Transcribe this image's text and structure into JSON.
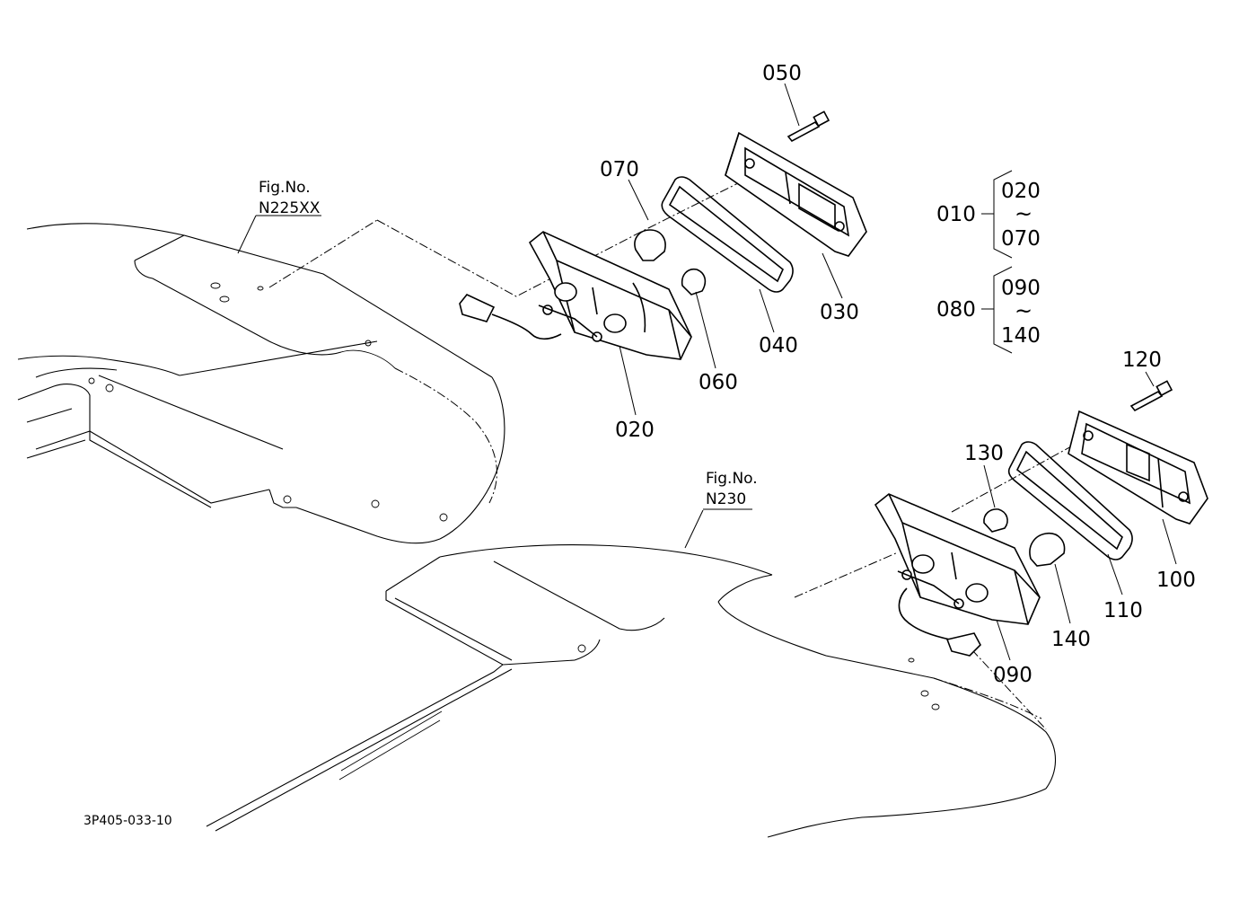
{
  "figure_refs": [
    {
      "prefix": "Fig.No.",
      "number": "N225XX"
    },
    {
      "prefix": "Fig.No.",
      "number": "N230"
    }
  ],
  "part_labels": {
    "p010": "010",
    "p020": "020",
    "p030": "030",
    "p040": "040",
    "p050": "050",
    "p060": "060",
    "p070": "070",
    "p080": "080",
    "p090": "090",
    "p100": "100",
    "p110": "110",
    "p120": "120",
    "p130": "130",
    "p140": "140"
  },
  "assembly_groups": [
    {
      "parent": "010",
      "range_from": "020",
      "range_to": "070",
      "separator": "~"
    },
    {
      "parent": "080",
      "range_from": "090",
      "range_to": "140",
      "separator": "~"
    }
  ],
  "drawing_code": "3P405-033-10"
}
